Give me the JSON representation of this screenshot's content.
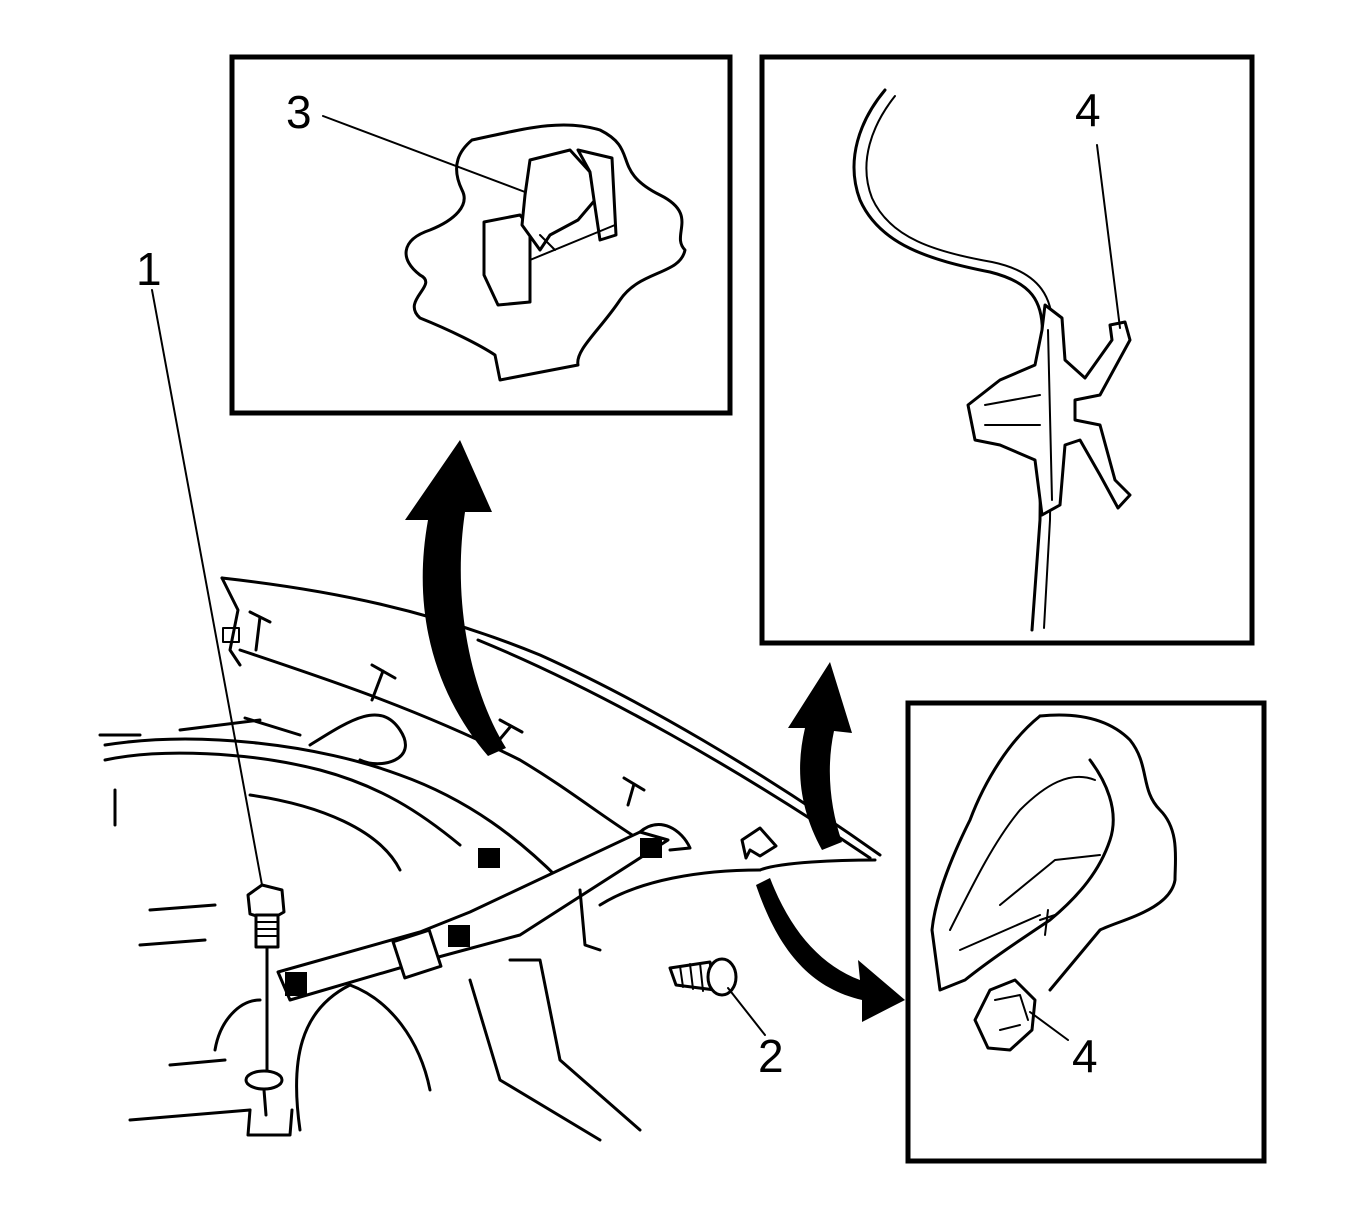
{
  "callouts": {
    "c1": "1",
    "c2": "2",
    "c3": "3",
    "c4_top": "4",
    "c4_bottom": "4"
  },
  "colors": {
    "line": "#000000",
    "background": "#ffffff"
  }
}
